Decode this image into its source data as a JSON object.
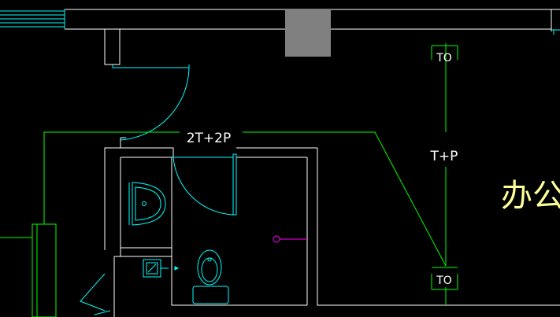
{
  "labels": {
    "wire_main": "2T+2P",
    "wire_branch": "T+P",
    "outlet_top": "TO",
    "outlet_bottom": "TO",
    "room_name": "办公室"
  },
  "colors": {
    "background": "#000000",
    "walls": "#ffffff",
    "fixtures": "#00ffff",
    "wiring": "#00ff00",
    "room_text": "#ffff99",
    "socket": "#ff00ff",
    "column": "#808080"
  }
}
